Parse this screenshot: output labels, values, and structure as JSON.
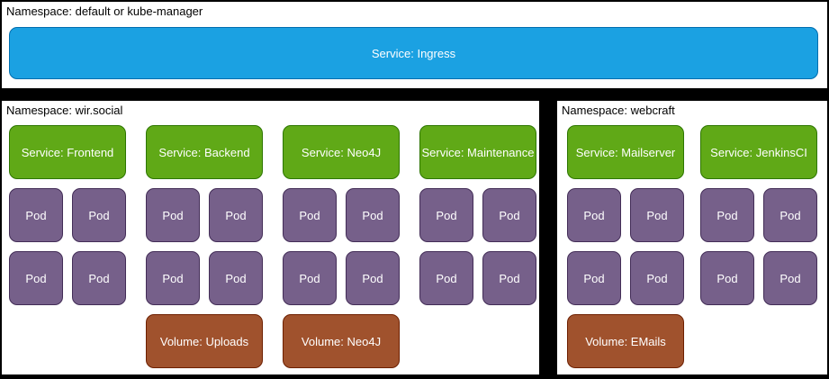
{
  "colors": {
    "service_ingress_fill": "#1BA1E2",
    "service_ingress_stroke": "#006EAF",
    "service_fill": "#60A917",
    "service_stroke": "#2D7600",
    "pod_fill": "#76608A",
    "pod_stroke": "#432D57",
    "volume_fill": "#A0522D",
    "volume_stroke": "#6D1F00",
    "section_background": "#FFFFFF",
    "canvas_background": "#000000"
  },
  "top_namespace": {
    "label": "Namespace: default or kube-manager",
    "service_label": "Service: Ingress"
  },
  "namespaces": [
    {
      "label": "Namespace: wir.social",
      "groups": [
        {
          "service": "Service: Frontend",
          "pods": [
            "Pod",
            "Pod",
            "Pod",
            "Pod"
          ],
          "volume": null
        },
        {
          "service": "Service: Backend",
          "pods": [
            "Pod",
            "Pod",
            "Pod",
            "Pod"
          ],
          "volume": "Volume: Uploads"
        },
        {
          "service": "Service: Neo4J",
          "pods": [
            "Pod",
            "Pod",
            "Pod",
            "Pod"
          ],
          "volume": "Volume: Neo4J"
        },
        {
          "service": "Service: Maintenance",
          "pods": [
            "Pod",
            "Pod",
            "Pod",
            "Pod"
          ],
          "volume": null
        }
      ]
    },
    {
      "label": "Namespace: webcraft",
      "groups": [
        {
          "service": "Service: Mailserver",
          "pods": [
            "Pod",
            "Pod",
            "Pod",
            "Pod"
          ],
          "volume": "Volume: EMails"
        },
        {
          "service": "Service: JenkinsCI",
          "pods": [
            "Pod",
            "Pod",
            "Pod",
            "Pod"
          ],
          "volume": null
        }
      ]
    }
  ]
}
